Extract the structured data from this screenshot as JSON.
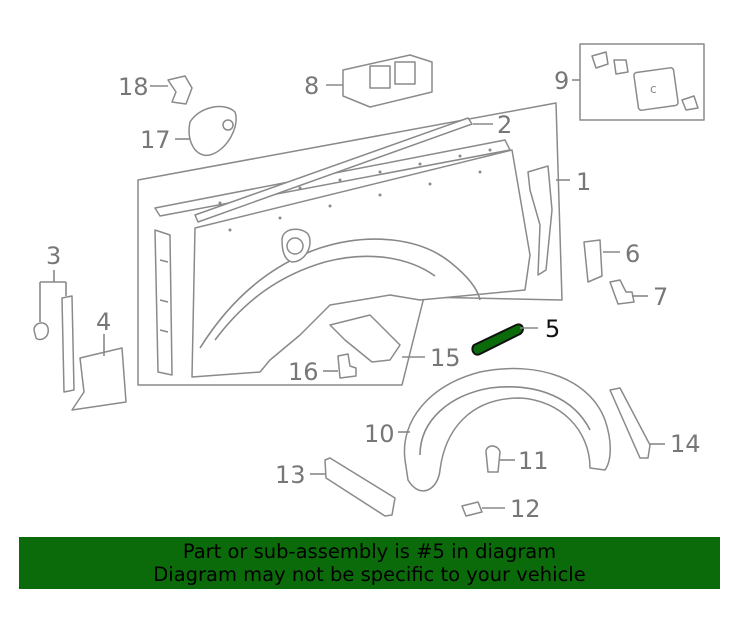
{
  "diagram": {
    "highlight_color": "#0b6b0b",
    "callouts": {
      "c1": "1",
      "c2": "2",
      "c3": "3",
      "c4": "4",
      "c5": "5",
      "c6": "6",
      "c7": "7",
      "c8": "8",
      "c9": "9",
      "c10": "10",
      "c11": "11",
      "c12": "12",
      "c13": "13",
      "c14": "14",
      "c15": "15",
      "c16": "16",
      "c17": "17",
      "c18": "18"
    }
  },
  "banner": {
    "line1": "Part or sub-assembly is #5 in diagram",
    "line2": "Diagram may not be specific to your vehicle",
    "background": "#0b6b0b"
  }
}
